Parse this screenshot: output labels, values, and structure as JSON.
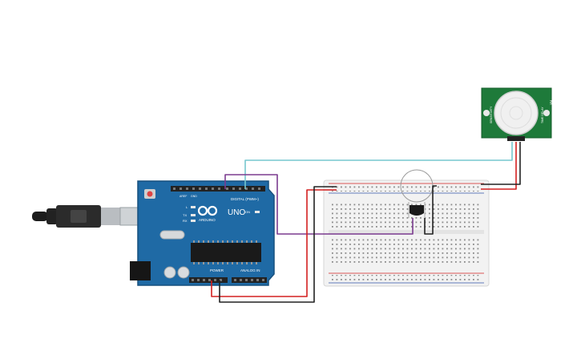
{
  "arduino": {
    "logo_text": "ARDUINO",
    "model": "UNO",
    "digital_label": "DIGITAL (PWM~)",
    "power_label": "POWER",
    "analog_label": "ANALOG IN",
    "tx_label": "TX",
    "rx_label": "RX",
    "l_label": "L",
    "on_label": "ON",
    "aref_label": "AREF",
    "gnd_label": "GND"
  },
  "pir_sensor": {
    "left_label": "SENSITIVITY",
    "right_label": "TIME DELAY",
    "side_label": "PIR"
  },
  "colors": {
    "board": "#1f6aa5",
    "board_dark": "#17507e",
    "breadboard": "#f2f2f2",
    "wire_cyan": "#76c7cf",
    "wire_purple": "#7b3b8f",
    "wire_red": "#d32020",
    "wire_black": "#222222",
    "pir_pcb": "#1e7a3a"
  }
}
